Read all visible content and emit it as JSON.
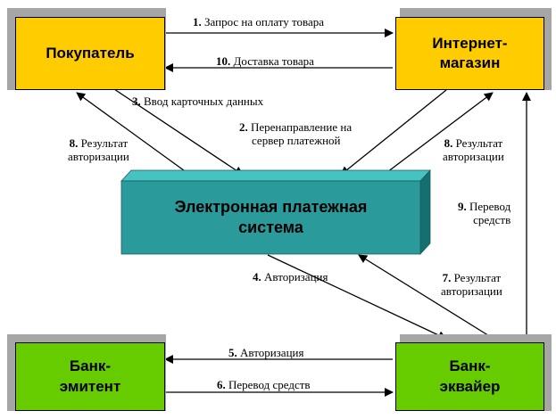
{
  "colors": {
    "buyer_fill": "#ffcc00",
    "shop_fill": "#ffcc00",
    "bank_fill": "#66cc00",
    "eps_face": "#2a9a9a",
    "eps_top": "#47c2c2",
    "eps_side": "#156f6f",
    "shadow": "#a6a6a6"
  },
  "nodes": {
    "buyer": {
      "lines": [
        "Покупатель"
      ]
    },
    "shop": {
      "lines": [
        "Интернет-",
        "магазин"
      ]
    },
    "eps": {
      "lines": [
        "Электронная платежная",
        "система"
      ]
    },
    "issuer": {
      "lines": [
        "Банк-",
        "эмитент"
      ]
    },
    "acquirer": {
      "lines": [
        "Банк-",
        "эквайер"
      ]
    }
  },
  "flows": [
    {
      "num": "1.",
      "lines": [
        "Запрос на оплату товара"
      ]
    },
    {
      "num": "10.",
      "lines": [
        "Доставка товара"
      ]
    },
    {
      "num": "3.",
      "lines": [
        "Ввод карточных данных"
      ]
    },
    {
      "num": "2.",
      "lines": [
        "Перенаправление на",
        "сервер платежной"
      ]
    },
    {
      "num": "8.",
      "lines": [
        "Результат",
        "авторизации"
      ]
    },
    {
      "num": "8.",
      "lines": [
        "Результат",
        "авторизации"
      ]
    },
    {
      "num": "9.",
      "lines": [
        "Перевод",
        "средств"
      ]
    },
    {
      "num": "4.",
      "lines": [
        "Авторизация"
      ]
    },
    {
      "num": "7.",
      "lines": [
        "Результат",
        "авторизации"
      ]
    },
    {
      "num": "5.",
      "lines": [
        "Авторизация"
      ]
    },
    {
      "num": "6.",
      "lines": [
        "Перевод средств"
      ]
    }
  ]
}
